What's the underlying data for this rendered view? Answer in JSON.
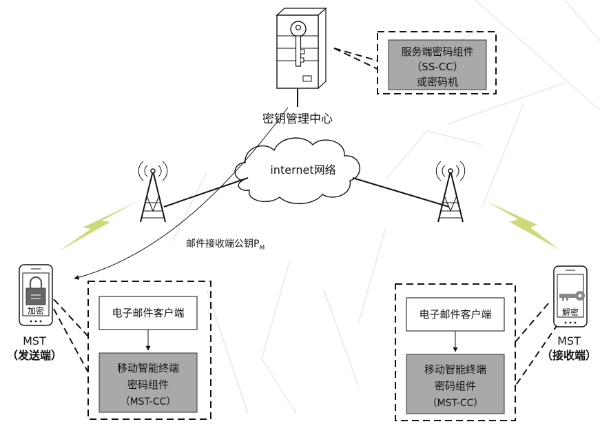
{
  "kmc": {
    "label": "密钥管理中心"
  },
  "sscc": {
    "line1": "服务端密码组件",
    "line2": "（SS-CC）",
    "line3": "或密码机"
  },
  "network": {
    "label": "internet网络"
  },
  "pubkey": {
    "label": "邮件接收端公钥P",
    "subscript": "M"
  },
  "sender": {
    "phone_label": "加密",
    "title": "MST",
    "role": "（发送端）",
    "email_client": "电子邮件客户端",
    "crypto_line1": "移动智能终端",
    "crypto_line2": "密码组件",
    "crypto_line3": "（MST-CC）"
  },
  "receiver": {
    "phone_label": "解密",
    "title": "MST",
    "role": "（接收端）",
    "email_client": "电子邮件客户端",
    "crypto_line1": "移动智能终端",
    "crypto_line2": "密码组件",
    "crypto_line3": "（MST-CC）"
  },
  "colors": {
    "component_fill": "#a9a9a9",
    "lightning": "#c8d46a",
    "watermark": "#ececec"
  }
}
